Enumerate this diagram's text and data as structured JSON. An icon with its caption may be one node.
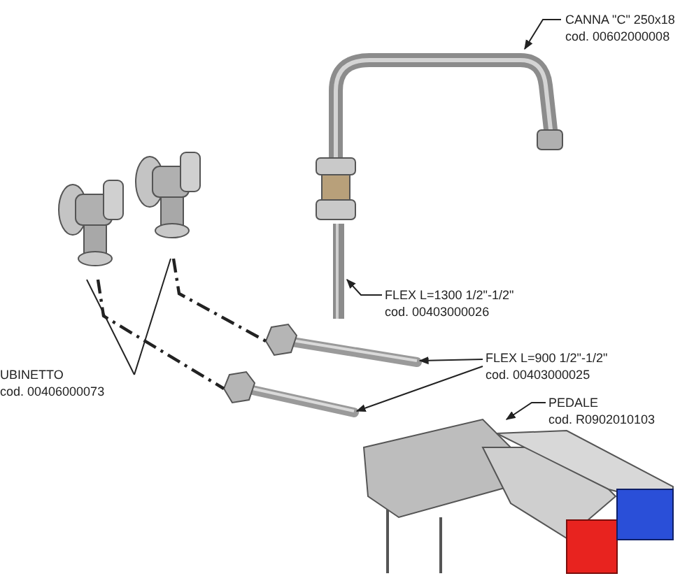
{
  "diagram": {
    "nodes": [
      {
        "text": [
          "CANNA \"C\" 250x18",
          "cod. 00602000008"
        ]
      },
      {
        "text": [],
        "shape": "picture"
      },
      {
        "text": [
          "FLEX L=1300 1/2\"-1/2\"",
          "cod. 00403000026"
        ]
      },
      {
        "text": [],
        "shape": "picture"
      },
      {
        "text": [
          "FLEX L=900 1/2\"-1/2\"",
          "cod. 00403000025"
        ]
      },
      {
        "text": [],
        "shape": "picture"
      },
      {
        "text": [],
        "shape": "picture"
      },
      {
        "text": [
          "PEDALE",
          "cod. R0902010103"
        ]
      },
      {
        "text": [],
        "shape": "picture"
      },
      {
        "text": [
          "UBINETTO",
          "cod. 00406000073"
        ]
      },
      {
        "text": [],
        "shape": "picture"
      },
      {
        "text": [],
        "shape": "picture"
      }
    ],
    "edges": [
      {
        "from": 0,
        "to": 1,
        "arrow": "to"
      },
      {
        "from": 2,
        "to": 3,
        "arrow": "to"
      },
      {
        "from": 4,
        "to": 6,
        "arrow": "to"
      },
      {
        "from": 4,
        "to": 5,
        "arrow": "to"
      },
      {
        "from": 7,
        "to": 8,
        "arrow": "to"
      },
      {
        "from": 9,
        "to": 10,
        "arrow": "none"
      },
      {
        "from": 9,
        "to": 11,
        "arrow": "none"
      },
      {
        "from": 10,
        "to": 5,
        "arrow": "none",
        "style": "dashed"
      },
      {
        "from": 11,
        "to": 6,
        "arrow": "none",
        "style": "dashed"
      }
    ]
  }
}
